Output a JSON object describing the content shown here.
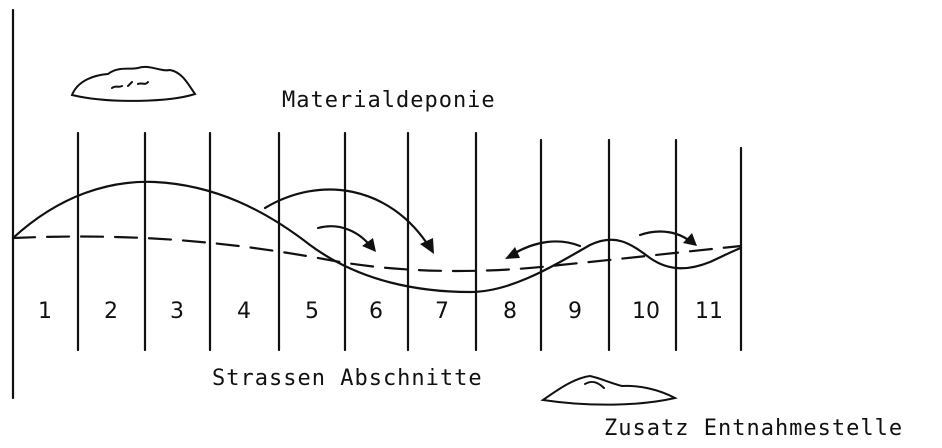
{
  "labels": {
    "deponie": "Materialdeponie",
    "abschnitte": "Strassen Abschnitte",
    "entnahme": "Zusatz Entnahmestelle"
  },
  "sections": [
    "1",
    "2",
    "3",
    "4",
    "5",
    "6",
    "7",
    "8",
    "9",
    "10",
    "11"
  ],
  "icons": {
    "deponie": "material-heap-icon",
    "entnahme": "extraction-site-icon"
  },
  "colors": {
    "ink": "#111111",
    "background": "#ffffff"
  }
}
